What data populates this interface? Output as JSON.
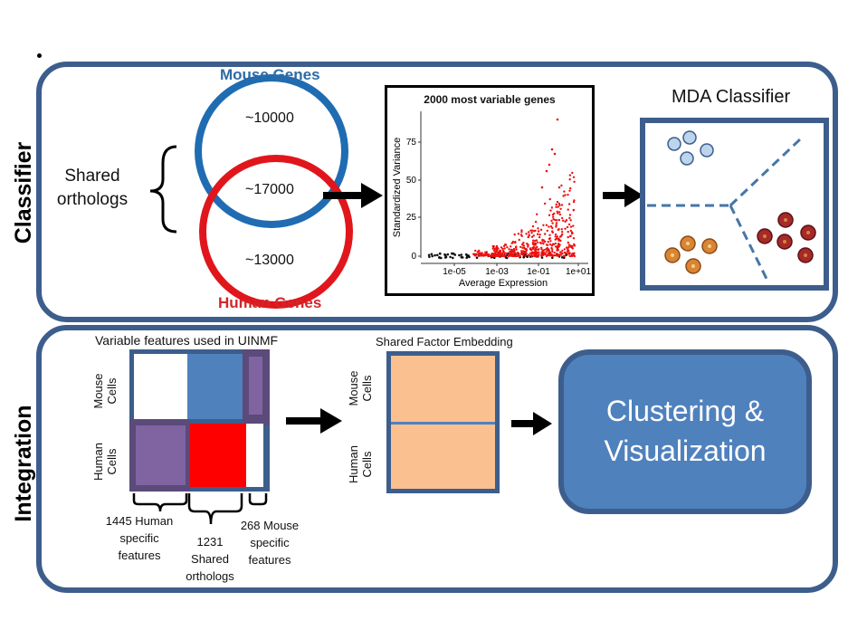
{
  "classifier": {
    "section_label": "Classifier",
    "venn": {
      "mouse_title": "Mouse Genes",
      "human_title": "Human Genes",
      "mouse_only": "~10000",
      "overlap": "~17000",
      "human_only": "~13000",
      "brace_label_line1": "Shared",
      "brace_label_line2": "orthologs",
      "mouse_color": "#1f6cb3",
      "human_color": "#e0161c"
    },
    "scatter": {
      "title": "2000 most variable genes",
      "xlabel": "Average Expression",
      "ylabel": "Standardized Variance",
      "yticks": [
        "0",
        "25",
        "50",
        "75"
      ],
      "xticks": [
        "1e-05",
        "1e-03",
        "1e-01",
        "1e+01"
      ],
      "point_color": "#ee1111"
    },
    "mda": {
      "title": "MDA Classifier"
    }
  },
  "integration": {
    "section_label": "Integration",
    "uinmf_title": "Variable features used in UINMF",
    "mouse_cells_l1": "Mouse",
    "mouse_cells_l2": "Cells",
    "human_cells_l1": "Human",
    "human_cells_l2": "Cells",
    "human_specific": [
      "1445 Human",
      "specific",
      "features"
    ],
    "shared_orthologs": [
      "1231",
      "Shared",
      "orthologs"
    ],
    "mouse_specific": [
      "268 Mouse",
      "specific",
      "features"
    ],
    "embedding_title": "Shared Factor Embedding",
    "result_line1": "Clustering &",
    "result_line2": "Visualization"
  }
}
